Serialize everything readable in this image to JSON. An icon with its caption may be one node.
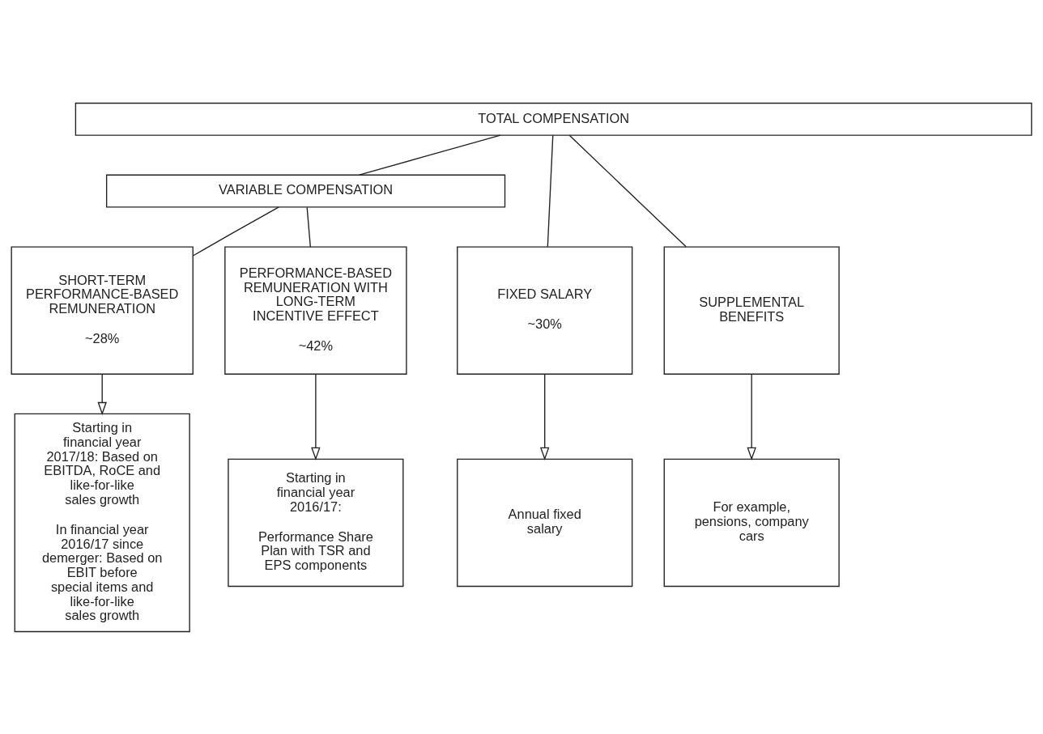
{
  "diagram": {
    "nodes": [
      {
        "text": [
          "TOTAL COMPENSATION"
        ]
      },
      {
        "text": [
          "VARIABLE COMPENSATION"
        ]
      },
      {
        "text": [
          "FIXED SALARY",
          "~30%"
        ]
      },
      {
        "text": [
          "SHORT-TERM PERFORMANCE-BASED REMUNERATION",
          "~28%"
        ]
      },
      {
        "text": [
          "PERFORMANCE-BASED REMUNERATION WITH LONG-TERM INCENTIVE EFFECT",
          "~42%"
        ]
      },
      {
        "text": [
          "SUPPLEMENTAL BENEFITS"
        ]
      },
      {
        "text": [
          "Annual fixed salary"
        ]
      },
      {
        "text": [
          "Starting in financial year 2017/18: Based on EBITDA, RoCE and like-for-like sales growth",
          "In financial year 2016/17 since demerger: Based on EBIT before special items and like-for-like sales growth"
        ]
      },
      {
        "text": [
          "Starting in financial year 2016/17:",
          "Performance Share Plan with TSR and EPS components"
        ]
      },
      {
        "text": [
          "For example, pensions, company cars"
        ]
      }
    ],
    "edges": [
      {
        "from": 0,
        "to": 2,
        "arrow": "none"
      },
      {
        "from": 0,
        "to": 1,
        "arrow": "none"
      },
      {
        "from": 0,
        "to": 5,
        "arrow": "none"
      },
      {
        "from": 1,
        "to": 3,
        "arrow": "none"
      },
      {
        "from": 1,
        "to": 4,
        "arrow": "none"
      },
      {
        "from": 2,
        "to": 6,
        "arrow": "to"
      },
      {
        "from": 3,
        "to": 7,
        "arrow": "to"
      },
      {
        "from": 4,
        "to": 8,
        "arrow": "to"
      },
      {
        "from": 5,
        "to": 9,
        "arrow": "to"
      }
    ]
  }
}
